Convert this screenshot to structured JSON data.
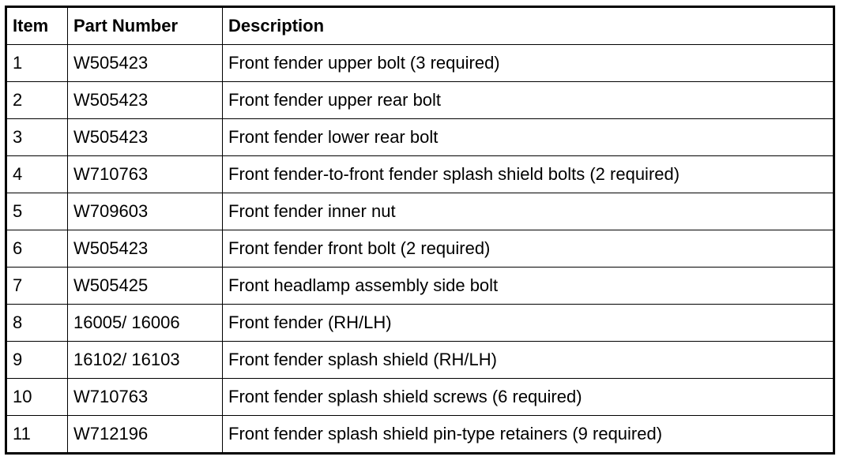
{
  "table": {
    "headers": [
      "Item",
      "Part Number",
      "Description"
    ],
    "rows": [
      [
        "1",
        "W505423",
        "Front fender upper bolt (3 required)"
      ],
      [
        "2",
        "W505423",
        "Front fender upper rear bolt"
      ],
      [
        "3",
        "W505423",
        "Front fender lower rear bolt"
      ],
      [
        "4",
        "W710763",
        "Front fender-to-front fender splash shield bolts (2 required)"
      ],
      [
        "5",
        "W709603",
        "Front fender inner nut"
      ],
      [
        "6",
        "W505423",
        "Front fender front bolt (2 required)"
      ],
      [
        "7",
        "W505425",
        "Front headlamp assembly side bolt"
      ],
      [
        "8",
        "16005/ 16006",
        "Front fender (RH/LH)"
      ],
      [
        "9",
        "16102/ 16103",
        "Front fender splash shield (RH/LH)"
      ],
      [
        "10",
        "W710763",
        "Front fender splash shield screws (6 required)"
      ],
      [
        "11",
        "W712196",
        "Front fender splash shield pin-type retainers (9 required)"
      ]
    ]
  }
}
